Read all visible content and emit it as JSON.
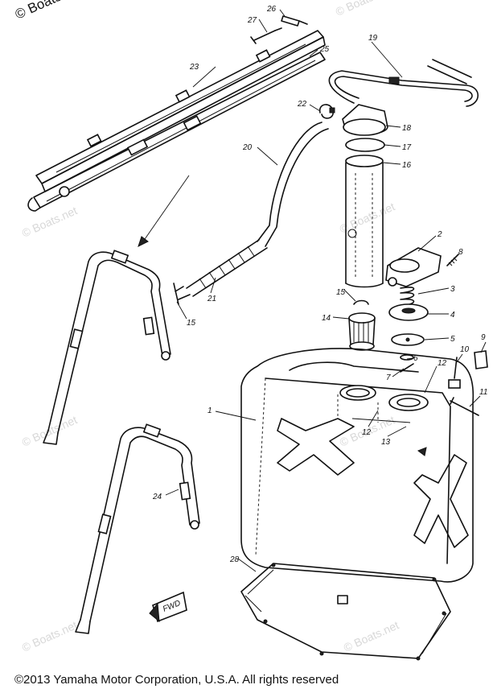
{
  "watermark_top": "© Boats",
  "watermark": "© Boats.net",
  "copyright": "©2013 Yamaha Motor Corporation, U.S.A. All rights reserved",
  "fwd_label": "FWD",
  "callouts": [
    "1",
    "2",
    "3",
    "4",
    "5",
    "6",
    "7",
    "8",
    "9",
    "10",
    "11",
    "12",
    "12",
    "13",
    "14",
    "15",
    "15",
    "16",
    "17",
    "18",
    "19",
    "20",
    "21",
    "22",
    "23",
    "24",
    "25",
    "26",
    "27",
    "28"
  ]
}
